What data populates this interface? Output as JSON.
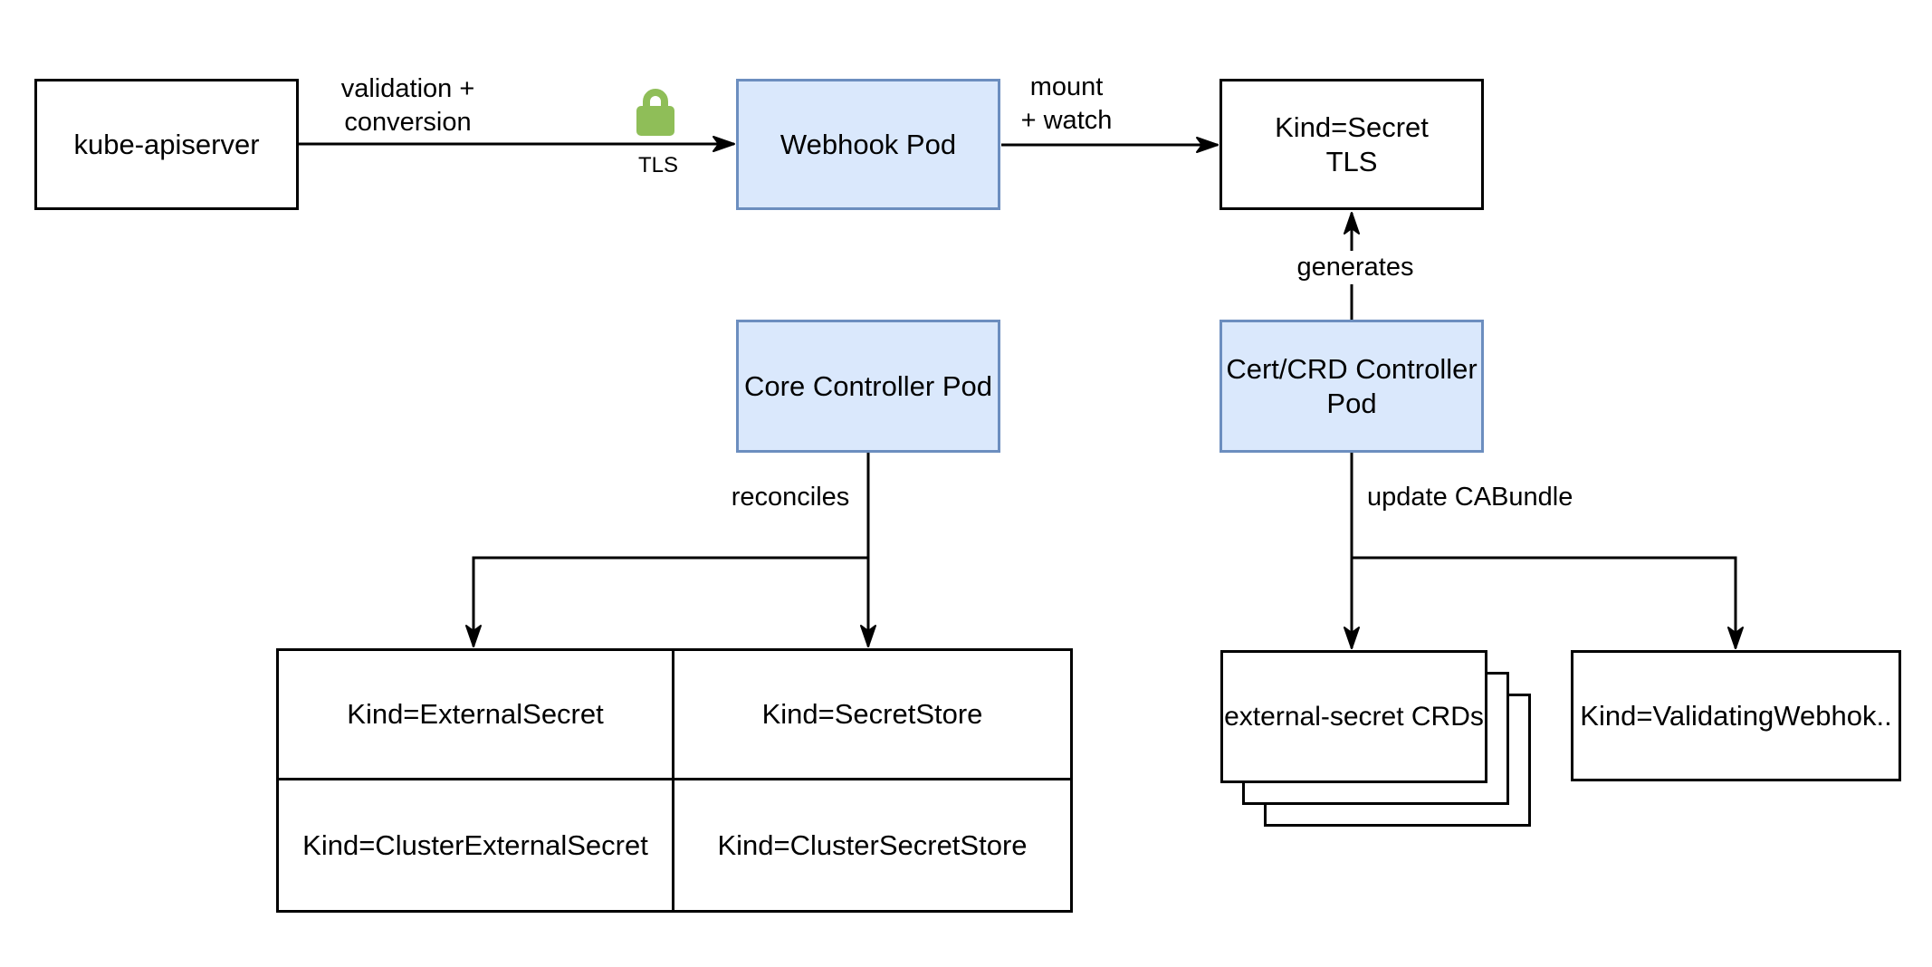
{
  "diagram": {
    "background": "#ffffff",
    "accent_colors": {
      "pod_fill": "#dae8fc",
      "pod_border": "#6c8ebf",
      "box_border": "#000000",
      "lock_green": "#8fbe58",
      "line_color": "#000000"
    },
    "nodes": {
      "kube_apiserver": {
        "label": "kube-apiserver"
      },
      "webhook_pod": {
        "label": "Webhook Pod"
      },
      "kind_secret_tls": {
        "line1": "Kind=Secret",
        "line2": "TLS"
      },
      "core_controller_pod": {
        "label": "Core Controller Pod"
      },
      "cert_crd_controller_pod": {
        "line1": "Cert/CRD Controller",
        "line2": "Pod"
      },
      "crd_grid": {
        "cells": [
          {
            "label": "Kind=ExternalSecret"
          },
          {
            "label": "Kind=SecretStore"
          },
          {
            "label": "Kind=ClusterExternalSecret"
          },
          {
            "label": "Kind=ClusterSecretStore"
          }
        ]
      },
      "external_secret_crds": {
        "label": "external-secret CRDs"
      },
      "validating_webhook": {
        "label": "Kind=ValidatingWebhok.."
      }
    },
    "edges": {
      "validation_conversion": {
        "line1": "validation +",
        "line2": "conversion"
      },
      "tls": {
        "label": "TLS",
        "icon": "lock-icon"
      },
      "mount_watch": {
        "line1": "mount",
        "line2": "+ watch"
      },
      "generates": {
        "label": "generates"
      },
      "reconciles": {
        "label": "reconciles"
      },
      "update_cabundle": {
        "label": "update CABundle"
      }
    }
  }
}
